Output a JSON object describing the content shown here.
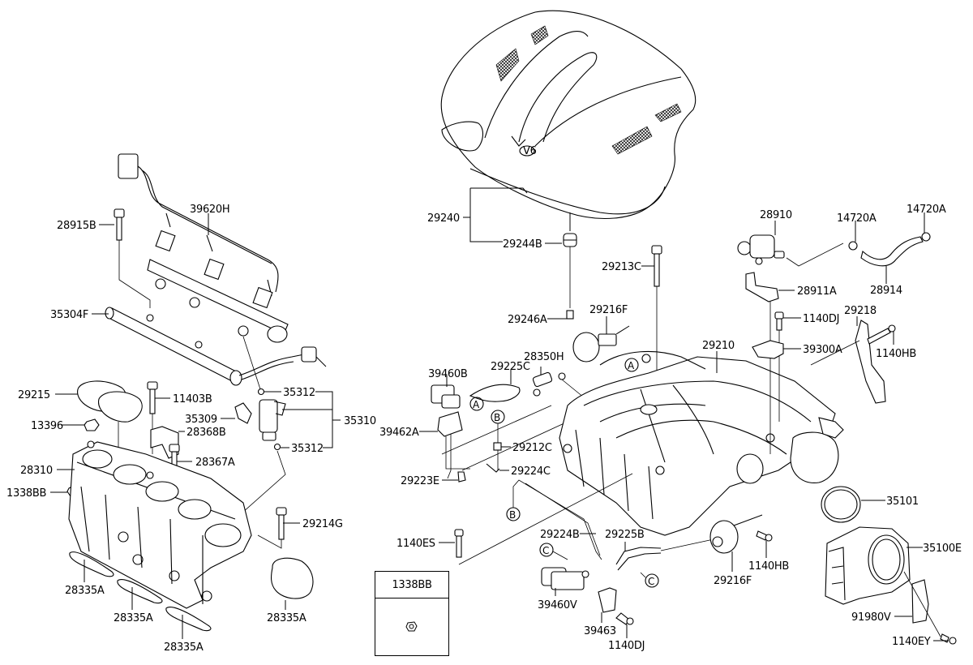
{
  "diagram": {
    "title": "Intake manifold exploded parts diagram",
    "engine_cover_badge": "V6",
    "labels": {
      "l_28915B": "28915B",
      "l_39620H": "39620H",
      "l_35304F": "35304F",
      "l_29215": "29215",
      "l_11403B": "11403B",
      "l_35312a": "35312",
      "l_35309": "35309",
      "l_35310": "35310",
      "l_35312b": "35312",
      "l_13396": "13396",
      "l_28368B": "28368B",
      "l_28310": "28310",
      "l_28367A": "28367A",
      "l_1338BB": "1338BB",
      "l_29214G": "29214G",
      "l_28335A_1": "28335A",
      "l_28335A_2": "28335A",
      "l_28335A_3": "28335A",
      "l_28335A_4": "28335A",
      "l_29240": "29240",
      "l_29244B": "29244B",
      "l_29213C": "29213C",
      "l_29246A": "29246A",
      "l_29216F_top": "29216F",
      "l_39460B": "39460B",
      "l_29225C": "29225C",
      "l_28350H": "28350H",
      "l_29210": "29210",
      "l_39462A": "39462A",
      "l_29212C": "29212C",
      "l_29223E": "29223E",
      "l_29224C": "29224C",
      "l_1140ES": "1140ES",
      "l_29224B": "29224B",
      "l_29225B": "29225B",
      "l_39460V": "39460V",
      "l_39463": "39463",
      "l_1140DJ_bottom": "1140DJ",
      "l_29216F_bottom": "29216F",
      "l_1140HB_bottom": "1140HB",
      "l_28910": "28910",
      "l_14720A_1": "14720A",
      "l_14720A_2": "14720A",
      "l_28914": "28914",
      "l_28911A": "28911A",
      "l_1140DJ_top": "1140DJ",
      "l_29218": "29218",
      "l_39300A": "39300A",
      "l_1140HB_top": "1140HB",
      "l_35101": "35101",
      "l_35100E": "35100E",
      "l_91980V": "91980V",
      "l_1140EY": "1140EY"
    },
    "callouts": {
      "A": "A",
      "B": "B",
      "C": "C"
    },
    "legend": {
      "part_number": "1338BB",
      "icon": "nut-icon"
    }
  }
}
